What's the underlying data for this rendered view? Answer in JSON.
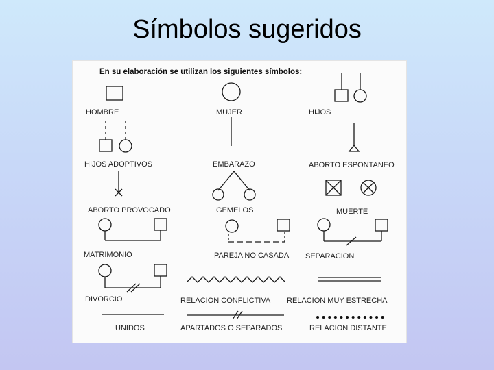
{
  "slide": {
    "title": "Símbolos sugeridos"
  },
  "panel": {
    "intro": "En su elaboración se utilizan los siguientes símbolos:",
    "labels": {
      "hombre": "HOMBRE",
      "mujer": "MUJER",
      "hijos": "HIJOS",
      "hijos_adoptivos": "HIJOS ADOPTIVOS",
      "embarazo": "EMBARAZO",
      "aborto_espontaneo": "ABORTO ESPONTANEO",
      "aborto_provocado": "ABORTO PROVOCADO",
      "gemelos": "GEMELOS",
      "muerte": "MUERTE",
      "matrimonio": "MATRIMONIO",
      "pareja_no_casada": "PAREJA NO CASADA",
      "separacion": "SEPARACION",
      "divorcio": "DIVORCIO",
      "relacion_conflictiva": "RELACION CONFLICTIVA",
      "relacion_muy_estrecha": "RELACION MUY ESTRECHA",
      "unidos": "UNIDOS",
      "apartados_o_separados": "APARTADOS O SEPARADOS",
      "relacion_distante": "RELACION DISTANTE"
    }
  }
}
